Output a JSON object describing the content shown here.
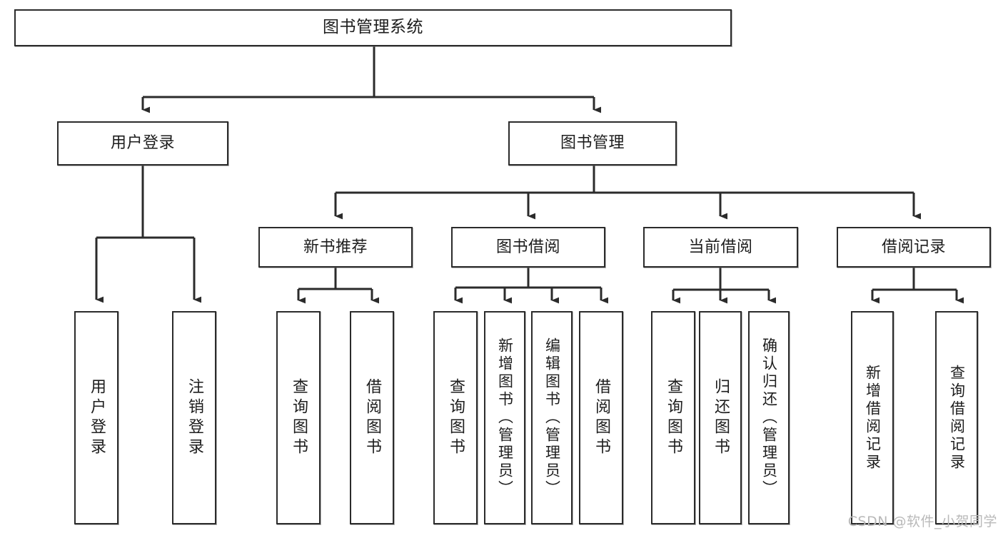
{
  "diagram": {
    "title": "图书管理系统",
    "type": "tree-hierarchy-chart",
    "watermark": "CSDN @软件_小贺同学",
    "accent_color": "#2b2b2b",
    "background_color": "#ffffff"
  },
  "nodes": {
    "root": {
      "label": "图书管理系统"
    },
    "level2": [
      {
        "key": "user_login",
        "label": "用户登录"
      },
      {
        "key": "book_manage",
        "label": "图书管理"
      }
    ],
    "level3": [
      {
        "key": "new_book_rec",
        "label": "新书推荐"
      },
      {
        "key": "book_borrow",
        "label": "图书借阅"
      },
      {
        "key": "current_borrow",
        "label": "当前借阅"
      },
      {
        "key": "borrow_record",
        "label": "借阅记录"
      }
    ],
    "leaves": {
      "user_login": [
        {
          "key": "leaf_user_login",
          "label": "用户登录"
        },
        {
          "key": "leaf_user_logout",
          "label": "注销登录"
        }
      ],
      "new_book_rec": [
        {
          "key": "leaf_query_book_1",
          "label": "查询图书"
        },
        {
          "key": "leaf_borrow_book_1",
          "label": "借阅图书"
        }
      ],
      "book_borrow": [
        {
          "key": "leaf_query_book_2",
          "label": "查询图书"
        },
        {
          "key": "leaf_add_book",
          "label": "新增图书（管理员）"
        },
        {
          "key": "leaf_edit_book",
          "label": "编辑图书（管理员）"
        },
        {
          "key": "leaf_borrow_book_2",
          "label": "借阅图书"
        }
      ],
      "current_borrow": [
        {
          "key": "leaf_query_book_3",
          "label": "查询图书"
        },
        {
          "key": "leaf_return_book",
          "label": "归还图书"
        },
        {
          "key": "leaf_confirm_return",
          "label": "确认归还（管理员）"
        }
      ],
      "borrow_record": [
        {
          "key": "leaf_add_record",
          "label": "新增借阅记录"
        },
        {
          "key": "leaf_query_record",
          "label": "查询借阅记录"
        }
      ]
    }
  }
}
